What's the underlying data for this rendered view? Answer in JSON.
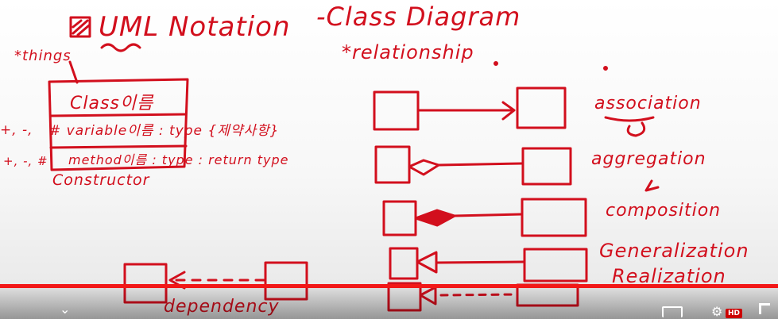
{
  "board": {
    "title": "UML Notation",
    "title_suffix": "-Class Diagram",
    "things_label": "*things",
    "relationship_label": "*relationship",
    "class_box": {
      "name": "Class이름",
      "attribute_line": "# variable이름 : type {제약사항}",
      "operation_line": "method이름 : type : return type",
      "constructor_line": "Constructor"
    },
    "visibility_markers": [
      "+, -,",
      "+, -, #"
    ],
    "relations": [
      {
        "label": "association"
      },
      {
        "label": "aggregation"
      },
      {
        "label": "composition"
      },
      {
        "label": "Generalization"
      },
      {
        "label": "Realization"
      },
      {
        "label": "dependency"
      }
    ]
  },
  "player": {
    "progress_fraction": 1.0,
    "progress_color": "#f21818",
    "hd_badge": "HD",
    "icons": [
      "chevron-down-icon",
      "subtitles-icon",
      "settings-icon",
      "fullscreen-icon"
    ]
  },
  "colors": {
    "ink": "#d20f1d"
  }
}
